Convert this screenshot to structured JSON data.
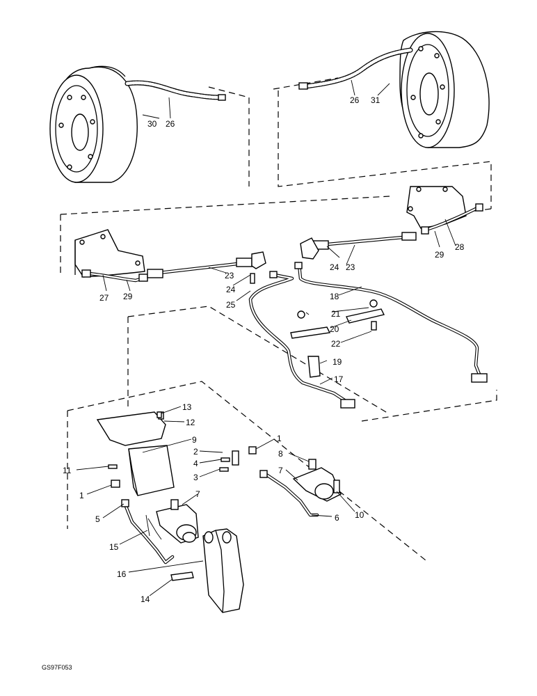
{
  "drawing_code": "GS97F053",
  "callouts": [
    {
      "id": "c1a",
      "text": "1"
    },
    {
      "id": "c1b",
      "text": "1"
    },
    {
      "id": "c2",
      "text": "2"
    },
    {
      "id": "c3",
      "text": "3"
    },
    {
      "id": "c4",
      "text": "4"
    },
    {
      "id": "c5",
      "text": "5"
    },
    {
      "id": "c6",
      "text": "6"
    },
    {
      "id": "c7a",
      "text": "7"
    },
    {
      "id": "c7b",
      "text": "7"
    },
    {
      "id": "c8",
      "text": "8"
    },
    {
      "id": "c9",
      "text": "9"
    },
    {
      "id": "c10",
      "text": "10"
    },
    {
      "id": "c11",
      "text": "11"
    },
    {
      "id": "c12",
      "text": "12"
    },
    {
      "id": "c13",
      "text": "13"
    },
    {
      "id": "c14",
      "text": "14"
    },
    {
      "id": "c15",
      "text": "15"
    },
    {
      "id": "c16",
      "text": "16"
    },
    {
      "id": "c17",
      "text": "17"
    },
    {
      "id": "c18",
      "text": "18"
    },
    {
      "id": "c19",
      "text": "19"
    },
    {
      "id": "c20",
      "text": "20"
    },
    {
      "id": "c21",
      "text": "21"
    },
    {
      "id": "c22",
      "text": "22"
    },
    {
      "id": "c23a",
      "text": "23"
    },
    {
      "id": "c23b",
      "text": "23"
    },
    {
      "id": "c24a",
      "text": "24"
    },
    {
      "id": "c24b",
      "text": "24"
    },
    {
      "id": "c25",
      "text": "25"
    },
    {
      "id": "c26a",
      "text": "26"
    },
    {
      "id": "c26b",
      "text": "26"
    },
    {
      "id": "c27",
      "text": "27"
    },
    {
      "id": "c28",
      "text": "28"
    },
    {
      "id": "c29a",
      "text": "29"
    },
    {
      "id": "c29b",
      "text": "29"
    },
    {
      "id": "c30",
      "text": "30"
    },
    {
      "id": "c31",
      "text": "31"
    }
  ]
}
